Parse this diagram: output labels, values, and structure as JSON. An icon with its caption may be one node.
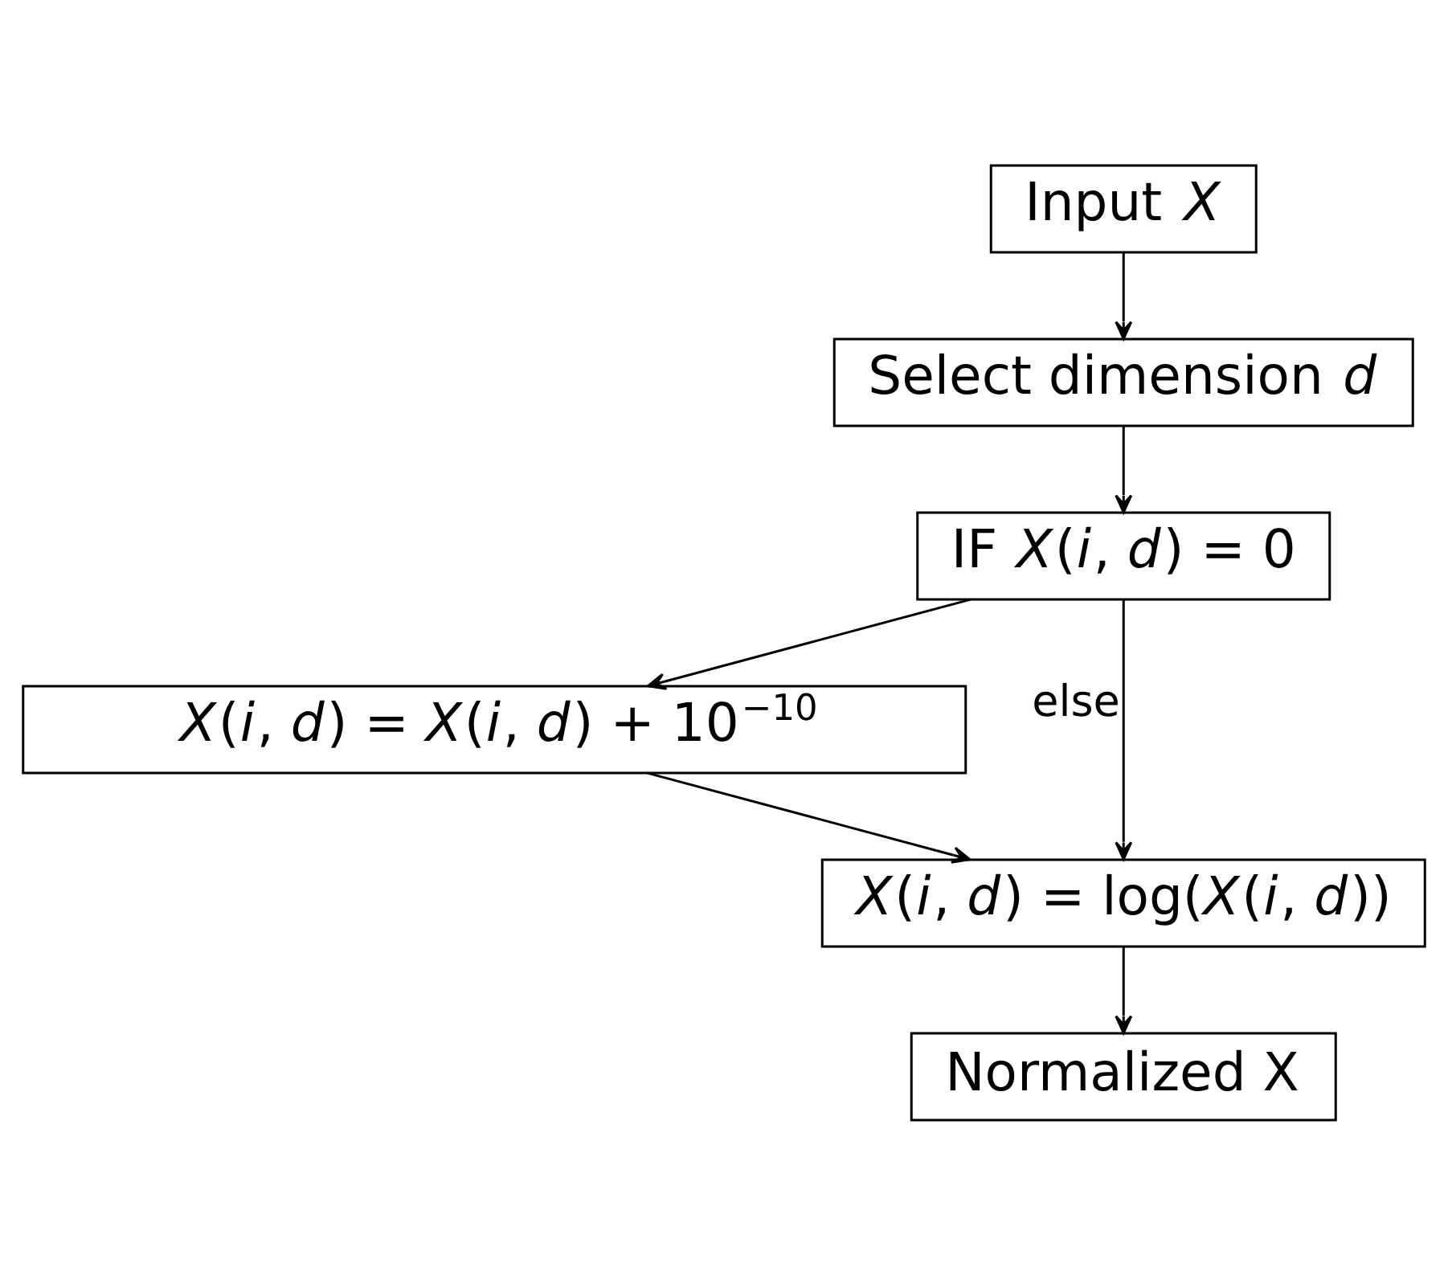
{
  "diagram": {
    "nodes": [
      {
        "text": [
          "Input *X*"
        ]
      },
      {
        "text": [
          "Select dimension *d*"
        ]
      },
      {
        "text": [
          "IF *X*(*i*, *d*) = 0"
        ]
      },
      {
        "text": [
          "*X*(*i*, *d*) = *X*(*i*, *d*) + 10$^{−10}$"
        ]
      },
      {
        "text": [
          "*X*(*i*, *d*) = log(*X*(*i*, *d*))"
        ]
      },
      {
        "text": [
          "Normalized X"
        ]
      }
    ],
    "edges": [
      {
        "from": 0,
        "to": 1,
        "arrow": "to"
      },
      {
        "from": 1,
        "to": 2,
        "arrow": "to"
      },
      {
        "from": 2,
        "to": 3,
        "arrow": "to"
      },
      {
        "from": 2,
        "to": 4,
        "arrow": "to",
        "label": "else"
      },
      {
        "from": 3,
        "to": 4,
        "arrow": "to"
      },
      {
        "from": 4,
        "to": 5,
        "arrow": "to"
      }
    ]
  }
}
